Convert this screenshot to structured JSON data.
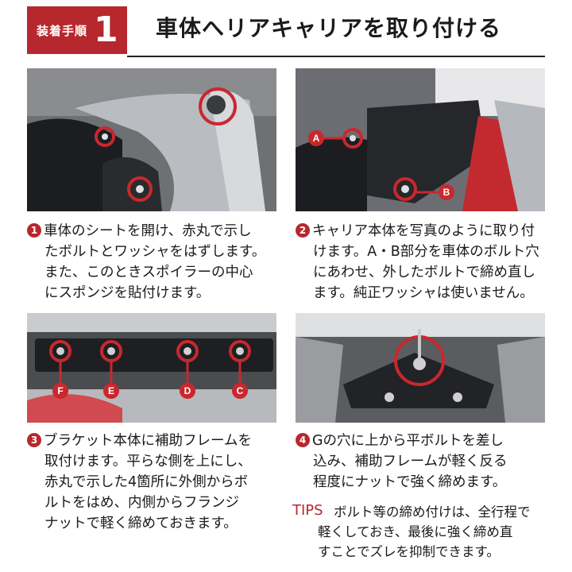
{
  "header": {
    "step_label": "装着手順",
    "step_number": "1",
    "title": "車体へリアキャリアを取り付ける"
  },
  "steps": [
    {
      "number": "1",
      "lines": [
        "車体のシートを開け、赤丸で示し",
        "たボルトとワッシャをはずします。",
        "また、このときスポイラーの中心",
        "にスポンジを貼付けます。"
      ]
    },
    {
      "number": "2",
      "lines": [
        "キャリア本体を写真のように取り付",
        "けます。A・B部分を車体のボルト穴",
        "にあわせ、外したボルトで締め直し",
        "ます。純正ワッシャは使いません。"
      ]
    },
    {
      "number": "3",
      "lines": [
        "ブラケット本体に補助フレームを",
        "取付けます。平らな側を上にし、",
        "赤丸で示した4箇所に外側からボ",
        "ルトをはめ、内側からフランジ",
        "ナットで軽く締めておきます。"
      ]
    },
    {
      "number": "4",
      "lines": [
        "Gの穴に上から平ボルトを差し",
        "込み、補助フレームが軽く反る",
        "程度にナットで強く締めます。"
      ]
    }
  ],
  "tips": {
    "label": "TIPS",
    "lines": [
      "ボルト等の締め付けは、全行程で",
      "軽くしておき、最後に強く締め直",
      "すことでズレを抑制できます。"
    ]
  },
  "markers": {
    "a": "A",
    "b": "B",
    "c": "C",
    "d": "D",
    "e": "E",
    "f": "F"
  },
  "colors": {
    "accent": "#b7282e",
    "text": "#1a1a1a"
  }
}
